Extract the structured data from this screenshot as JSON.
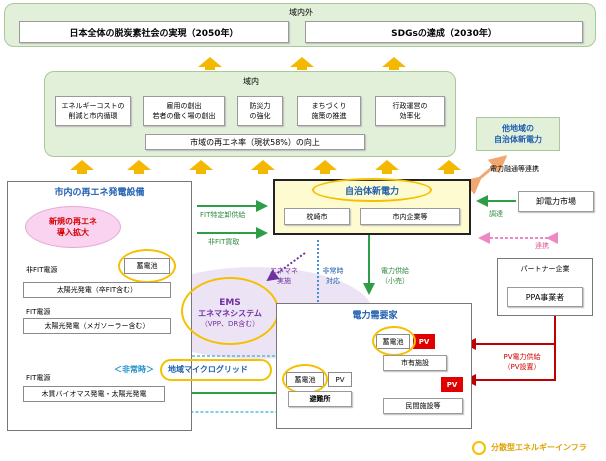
{
  "outside": {
    "title": "域内外",
    "goal_left": "日本全体の脱炭素社会の実現（2050年）",
    "goal_right": "SDGsの達成（2030年）"
  },
  "region": {
    "title": "域内",
    "items": [
      {
        "line1": "エネルギーコストの",
        "line2": "削減と市内循環"
      },
      {
        "line1": "雇用の創出",
        "line2": "若者の働く場の創出"
      },
      {
        "line1": "防災力",
        "line2": "の強化"
      },
      {
        "line1": "まちづくり",
        "line2": "施策の推進"
      },
      {
        "line1": "行政運営の",
        "line2": "効率化"
      }
    ],
    "footer": "市域の再エネ率（現状58%）の向上"
  },
  "other_region": {
    "line1": "他地域の",
    "line2": "自治体新電力"
  },
  "city_re": {
    "title": "市内の再エネ発電設備",
    "new_re_line1": "新規の再エネ",
    "new_re_line2": "導入拡大",
    "nonfit_label": "非FIT電源",
    "battery": "蓄電池",
    "solar_nonfit": "太陽光発電（卒FIT含む）",
    "fit_label": "FIT電源",
    "solar_fit": "太陽光発電（メガソーラー含む）",
    "fit_label2": "FIT電源",
    "biomass": "木質バイオマス発電・太陽光発電"
  },
  "new_power": {
    "title": "自治体新電力",
    "sub_left": "枕崎市",
    "sub_right": "市内企業等"
  },
  "wholesale": "卸電力市場",
  "partner": {
    "title": "パートナー企業",
    "ppa": "PPA事業者"
  },
  "ems": {
    "title": "EMS",
    "line2": "エネマネシステム",
    "line3": "（VPP、DR含む）"
  },
  "demand": {
    "title": "電力需要家",
    "battery": "蓄電池",
    "pv": "PV",
    "city_facility": "市有施設",
    "private_facility": "民間施設等",
    "shelter": "避難所"
  },
  "microgrid": {
    "bracket": "＜非常時＞",
    "title": "地域マイクログリッド",
    "battery": "蓄電池",
    "pv": "PV"
  },
  "arrows": {
    "fit_transfer": "FIT特定卸供給",
    "nonfit_purchase": "非FIT買取",
    "enemane_1": "エネマネ",
    "enemane_2": "実施",
    "emergency_1": "非常時",
    "emergency_2": "対応",
    "supply_1": "電力供給",
    "supply_2": "（小売）",
    "procure": "調達",
    "cooperation": "連携",
    "exchange": "電力融通等連携",
    "pv_supply_1": "PV電力供給",
    "pv_supply_2": "（PV設置）"
  },
  "legend": "分散型エネルギーインフラ",
  "colors": {
    "green_arrow": "#2e9d47",
    "orange_arrow": "#f5b800",
    "red_arrow": "#c00000",
    "purple_arrow": "#7030a0",
    "pink_arrow": "#ee88c0",
    "ring": "#f5c000",
    "red_box": "#e00000",
    "region_fill": "#e2efd9",
    "new_power_fill": "#fffbd0"
  }
}
